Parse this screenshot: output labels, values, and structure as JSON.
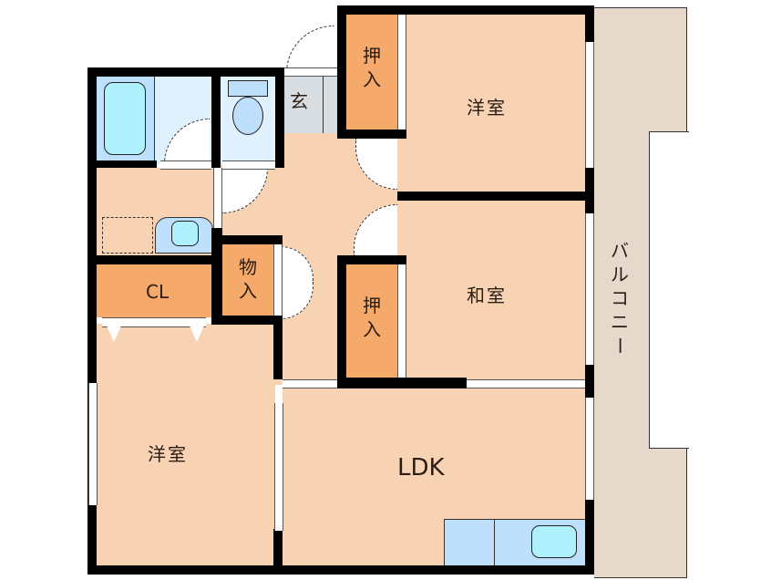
{
  "floorplan": {
    "rooms": {
      "western_room_top": {
        "label": "洋室"
      },
      "japanese_room": {
        "label": "和室"
      },
      "western_room_bottom": {
        "label": "洋室"
      },
      "ldk": {
        "label": "LDK"
      },
      "balcony": {
        "label": "バルコニー",
        "chars": [
          "バ",
          "ル",
          "コ",
          "ニ",
          "ー"
        ]
      },
      "entrance": {
        "label": "玄"
      },
      "closet_top": {
        "label": "押入",
        "chars": [
          "押",
          "入"
        ]
      },
      "closet_middle": {
        "label": "押入",
        "chars": [
          "押",
          "入"
        ]
      },
      "storage": {
        "label": "物入",
        "chars": [
          "物",
          "入"
        ]
      },
      "cl": {
        "label": "CL"
      }
    },
    "colors": {
      "room_fill": "#f7d3b4",
      "closet_fill": "#f5a96a",
      "wet_area_fill": "#dff1fd",
      "fixture_fill": "#aef0fb",
      "kitchen_fill": "#bfe0fd",
      "balcony_fill": "#e6d9cc",
      "entrance_fill": "#d8dde2",
      "wall": "#000000"
    }
  }
}
